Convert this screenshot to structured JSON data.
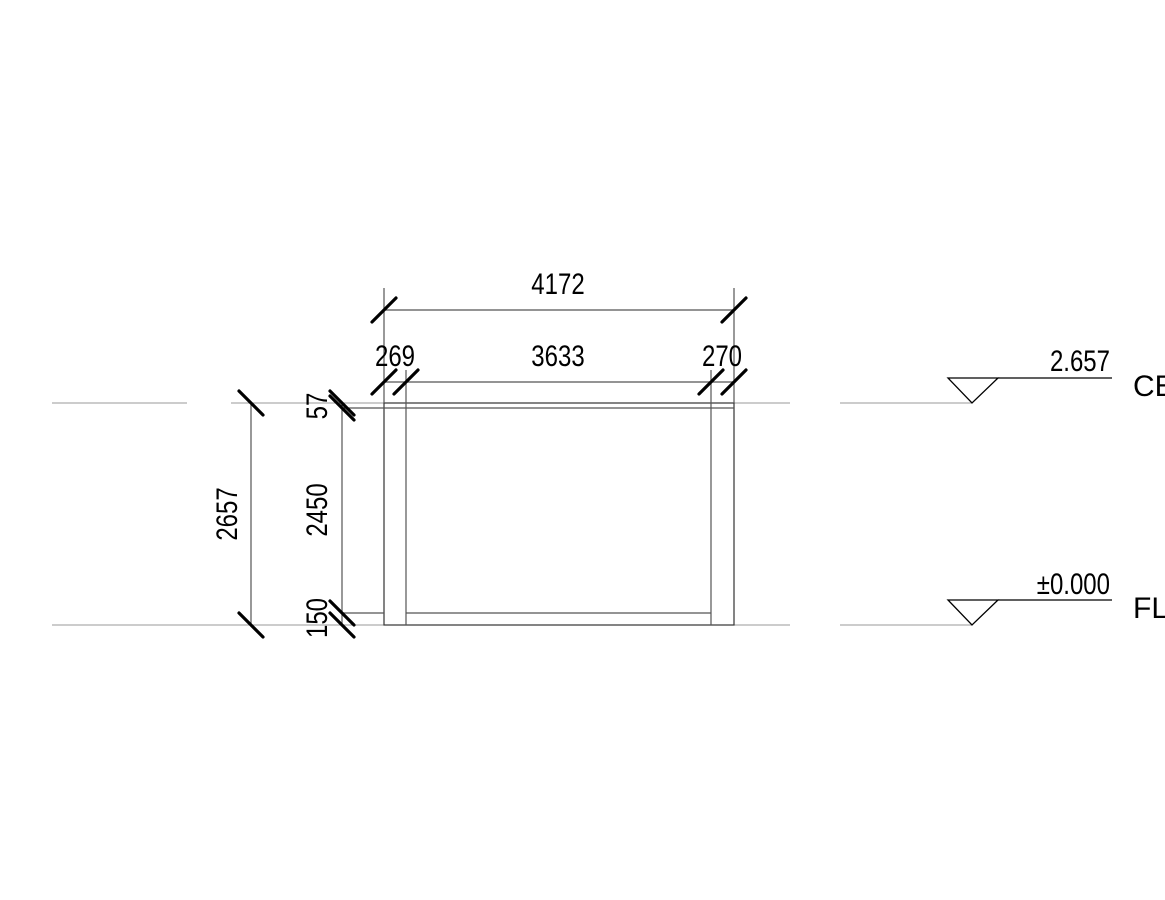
{
  "dimensions": {
    "overall_width": "4172",
    "left_post": "269",
    "opening_width": "3633",
    "right_post": "270",
    "total_height": "2657",
    "top_beam": "57",
    "opening_height": "2450",
    "bottom_sill": "150"
  },
  "levels": [
    {
      "value": "2.657",
      "label": "CE"
    },
    {
      "value": "±0.000",
      "label": "FL"
    }
  ]
}
